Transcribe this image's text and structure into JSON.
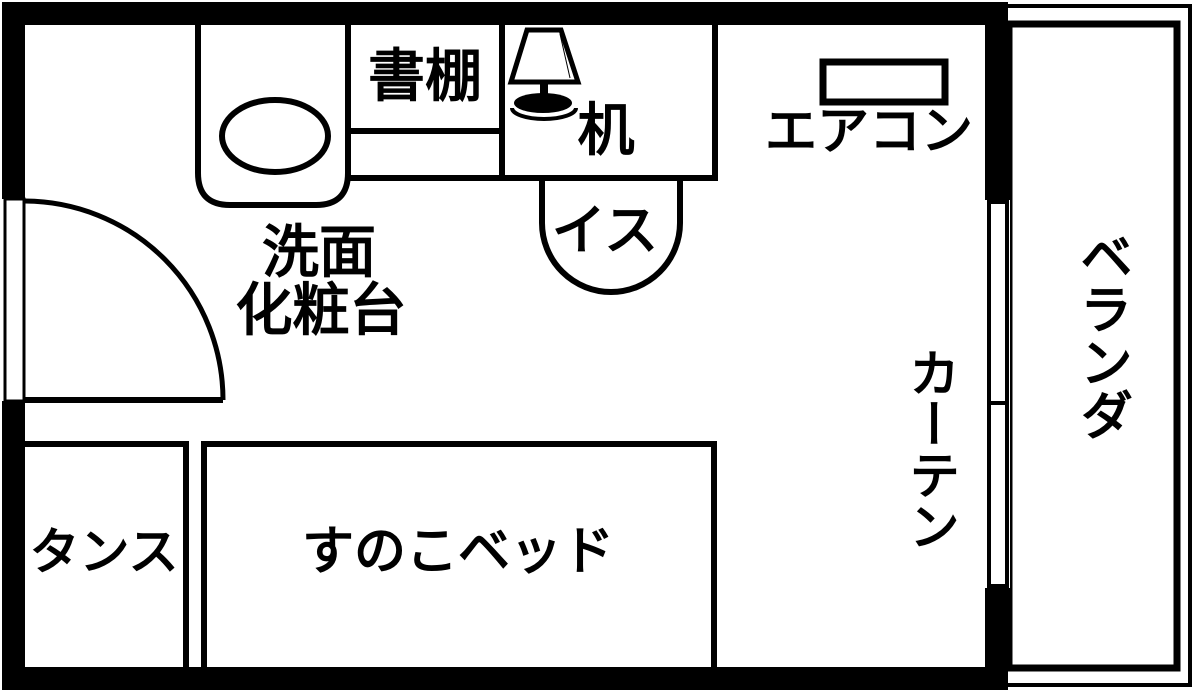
{
  "diagram": {
    "kind": "japanese-room-floor-plan",
    "background_color": "#ffffff",
    "line_color": "#000000"
  },
  "labels": {
    "washbasin_line1": "洗面",
    "washbasin_line2": "化粧台",
    "bookshelf": "書棚",
    "desk": "机",
    "chair": "イス",
    "aircon": "エアコン",
    "curtain": "カーテン",
    "veranda": "ベランダ",
    "dresser": "タンス",
    "bed": "すのこベッド"
  }
}
